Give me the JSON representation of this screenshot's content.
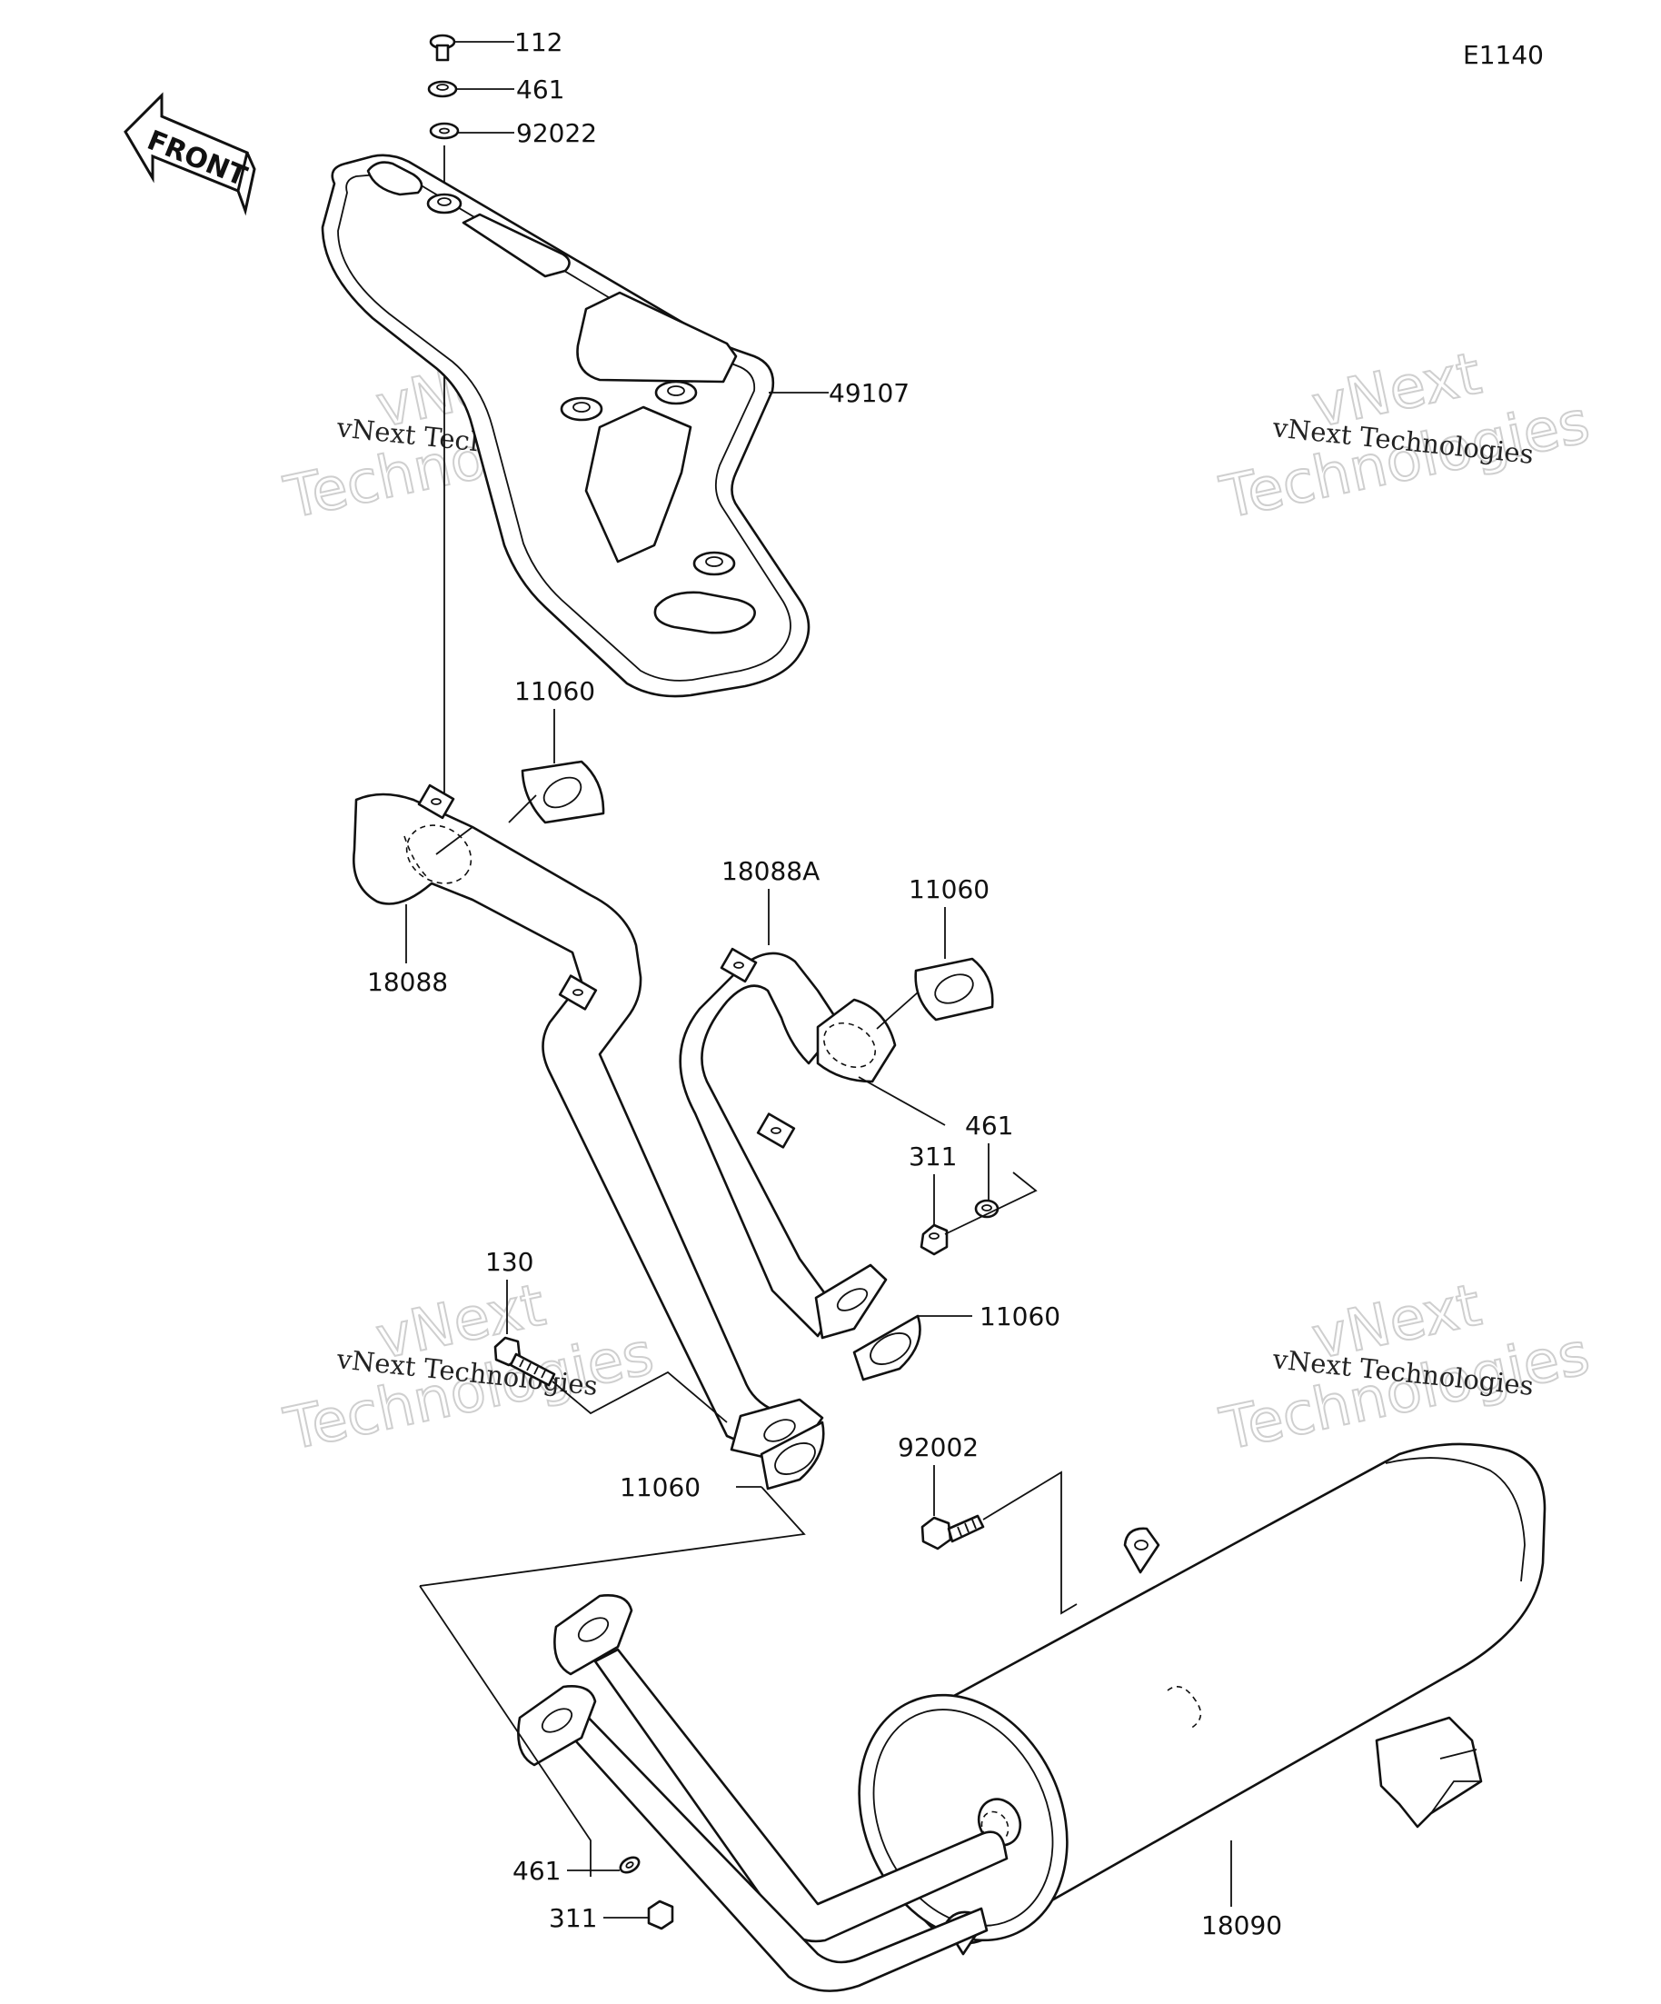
{
  "diagram_code": "E1140",
  "front_label": "FRONT",
  "watermark": {
    "brand_line1": "vNext",
    "brand_line2": "Technologies",
    "small_line": "vNext Technologies"
  },
  "callouts": {
    "bolt_top": "112",
    "nut_top": "461",
    "washer_top": "92022",
    "heat_guard": "49107",
    "gasket_front_upper": "11060",
    "pipe_front": "18088",
    "pipe_rear": "18088A",
    "gasket_rear_upper": "11060",
    "nut_rear": "461",
    "stud_nut_rear": "311",
    "bolt_side": "130",
    "gasket_rear_lower": "11060",
    "gasket_front_lower": "11060",
    "bolt_muffler": "92002",
    "nut_bottom": "461",
    "stud_nut_bottom": "311",
    "muffler": "18090"
  }
}
